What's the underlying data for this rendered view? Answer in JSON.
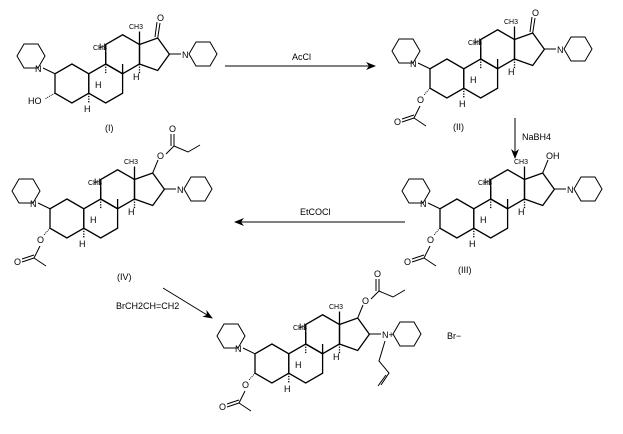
{
  "compounds": {
    "c1": {
      "label": "(I)",
      "hydroxy": "HO",
      "n_left": "N",
      "n_right": "N",
      "ketone_o": "O",
      "methyl": "CH3"
    },
    "c2": {
      "label": "(II)",
      "n_left": "N",
      "n_right": "N",
      "ketone_o": "O",
      "ester_o": "O",
      "carbonyl_o": "O"
    },
    "c3": {
      "label": "(III)",
      "n_left": "N",
      "n_right": "N",
      "hydroxy": "OH",
      "ester_o": "O",
      "carbonyl_o": "O"
    },
    "c4": {
      "label": "(IV)",
      "n_left": "N",
      "n_right": "N",
      "ester_o": "O",
      "carbonyl_o": "O",
      "prop_o": "O",
      "prop_co": "O"
    },
    "product": {
      "n_left": "N",
      "n_right": "N+",
      "ester_o": "O",
      "carbonyl_o": "O",
      "prop_o": "O",
      "prop_co": "O",
      "counterion": "Br−"
    }
  },
  "reagents": {
    "step1": "AcCl",
    "step2": "NaBH4",
    "step3": "EtCOCl",
    "step4": "BrCH2CH=CH2"
  }
}
